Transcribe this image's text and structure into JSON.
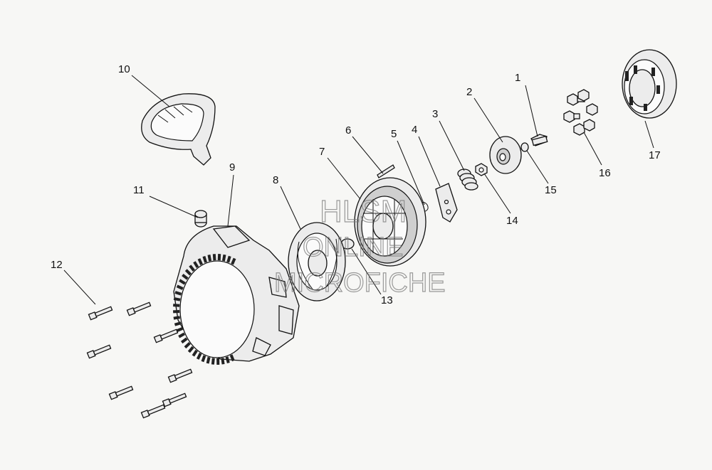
{
  "callouts": {
    "c1": "1",
    "c2": "2",
    "c3": "3",
    "c4": "4",
    "c5": "5",
    "c6": "6",
    "c7": "7",
    "c8": "8",
    "c9": "9",
    "c10": "10",
    "c11": "11",
    "c12": "12",
    "c13": "13",
    "c14": "14",
    "c15": "15",
    "c16": "16",
    "c17": "17"
  },
  "watermark": {
    "line1": "HLSM",
    "line2": "ONLINE",
    "line3": "MICROFICHE"
  },
  "colors": {
    "background": "#f7f7f5",
    "ink": "#111111",
    "watermark": "#7a7a7a"
  }
}
